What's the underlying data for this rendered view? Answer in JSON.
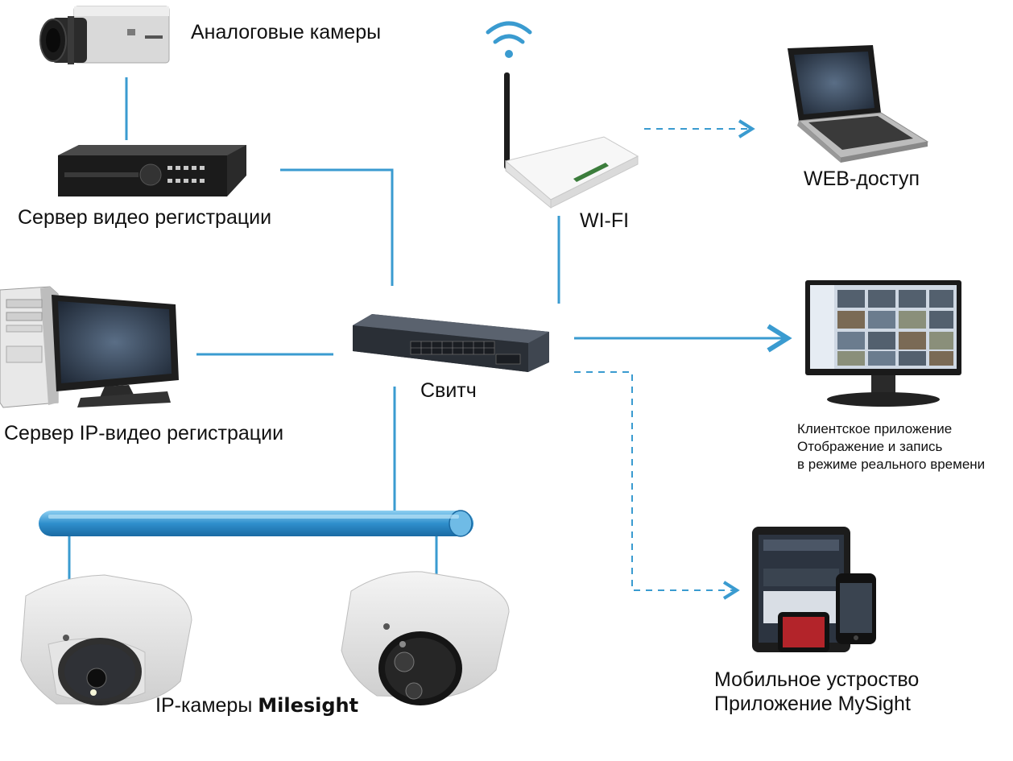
{
  "nodes": {
    "analog_cameras": "Аналоговые камеры",
    "dvr": "Сервер видео регистрации",
    "nvr": "Сервер IP-видео регистрации",
    "switch": "Свитч",
    "wifi": "WI-FI",
    "web": "WEB-доступ",
    "client_app": {
      "line1": "Клиентское приложение",
      "line2": "Отображение и запись",
      "line3": "в режиме реального времени"
    },
    "mobile": {
      "line1": "Мобильное устроство",
      "line2": "Приложение MySight"
    },
    "ip_cameras": {
      "prefix": "IP-камеры ",
      "brand": "Milesight"
    }
  },
  "colors": {
    "link": "#3a9bd0",
    "bus": "#2f8fcc",
    "text": "#111111"
  },
  "icons": [
    "analog-camera-icon",
    "dvr-device-icon",
    "desktop-pc-icon",
    "network-switch-icon",
    "wifi-router-icon",
    "laptop-icon",
    "monitor-icon",
    "tablet-phone-icon",
    "dome-camera-icon"
  ]
}
